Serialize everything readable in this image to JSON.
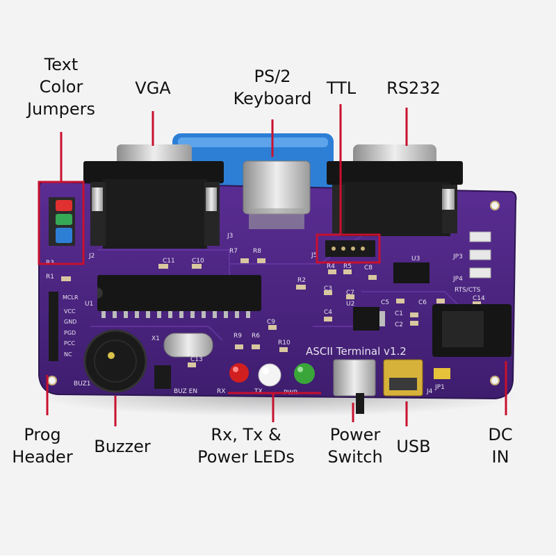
{
  "labels": {
    "text_color_jumpers": [
      "Text",
      "Color",
      "Jumpers"
    ],
    "vga": "VGA",
    "ps2_keyboard": [
      "PS/2",
      "Keyboard"
    ],
    "ttl": "TTL",
    "rs232": "RS232",
    "prog_header": [
      "Prog",
      "Header"
    ],
    "buzzer": "Buzzer",
    "leds": [
      "Rx, Tx &",
      "Power LEDs"
    ],
    "power_switch": [
      "Power",
      "Switch"
    ],
    "usb": "USB",
    "dc_in": [
      "DC",
      "IN"
    ]
  },
  "board": {
    "title": "ASCII Terminal v1.2",
    "prog_pins": [
      "MCLR",
      "VCC",
      "GND",
      "PGD",
      "PCC",
      "NC"
    ],
    "led_labels": [
      "RX",
      "TX",
      "PWR"
    ],
    "refs": {
      "j2": "J2",
      "j3": "J3",
      "j4": "J4",
      "j5": "J5",
      "u1": "U1",
      "u2": "U2",
      "u3": "U3",
      "buz1": "BUZ1",
      "buz_en": "BUZ EN",
      "x1": "X1",
      "jp1": "JP1",
      "jp3": "JP3",
      "jp4": "JP4",
      "rts_cts": "RTS/CTS",
      "r1": "R1",
      "r2": "R2",
      "r3": "R3",
      "r4": "R4",
      "r5": "R5",
      "r6": "R6",
      "r7": "R7",
      "r8": "R8",
      "r9": "R9",
      "r10": "R10",
      "c1": "C1",
      "c2": "C2",
      "c3": "C3",
      "c4": "C4",
      "c5": "C5",
      "c6": "C6",
      "c7": "C7",
      "c8": "C8",
      "c9": "C9",
      "c10": "C10",
      "c11": "C11",
      "c13": "C13",
      "c14": "C14"
    }
  },
  "colors": {
    "pcb": "#4a2580",
    "callout_line": "#c8102e",
    "connector_blue": "#2d7fd6",
    "led_red": "#d11f1f",
    "led_green": "#3aa63a"
  }
}
